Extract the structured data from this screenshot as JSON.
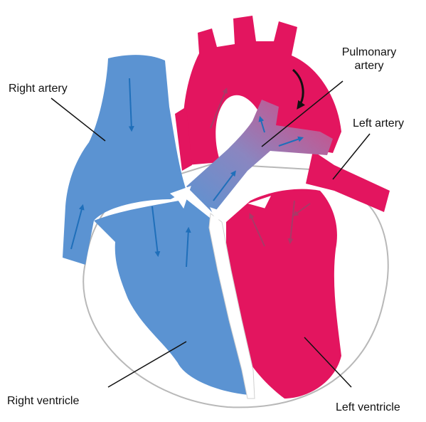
{
  "labels": {
    "pulmonary_artery_line1": "Pulmonary",
    "pulmonary_artery_line2": "artery",
    "right_artery": "Right artery",
    "left_artery": "Left artery",
    "right_ventricle": "Right ventricle",
    "left_ventricle": "Left ventricle"
  },
  "colors": {
    "deoxygenated_blue": "#5b93d2",
    "oxygenated_red": "#e3155f",
    "arrow_blue": "#1f6fba",
    "arrow_red": "#a73a67",
    "outline": "#b8b8b8",
    "valve": "#ffffff"
  }
}
